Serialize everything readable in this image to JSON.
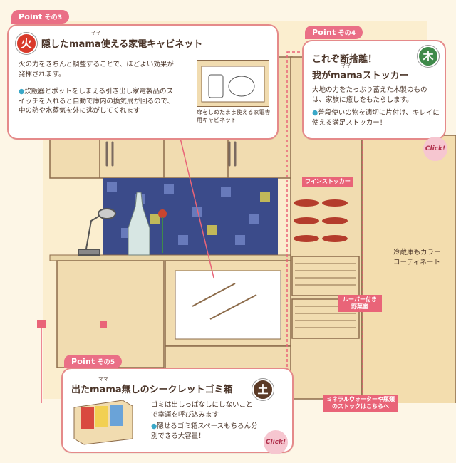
{
  "point3": {
    "badge": "Point",
    "badge_suffix": "その3",
    "element": "火",
    "title": "隠したmama使える家電キャビネット",
    "ruby": "ママ",
    "body": "火の力をきちんと調整することで、ほどよい効果が発揮されます。",
    "bullet": "炊飯器とポットをしまえる引き出し家電製品のスイッチを入れると自動で庫内の換気扇が回るので、中の熱や水蒸気を外に逃がしてくれます",
    "caption": "扉をしめたまま使える家電専用キャビネット"
  },
  "point4": {
    "badge": "Point",
    "badge_suffix": "その4",
    "element": "木",
    "title1": "これぞ断捨離！",
    "title2": "我がmamaストッカー",
    "ruby": "ママ",
    "body": "大地の力をたっぷり蓄えた木製のものは、家族に癒しをもたらします。",
    "bullet": "普段使いの物を適切に片付け、キレイに使える満足ストッカー！",
    "click": "Click!"
  },
  "point5": {
    "badge": "Point",
    "badge_suffix": "その5",
    "element": "土",
    "title": "出たmama無しのシークレットゴミ箱",
    "ruby": "ママ",
    "body": "ゴミは出しっぱなしにしないことで幸運を呼び込みます",
    "bullet": "隠せるゴミ箱スペースもちろん分別できる大容量！",
    "click": "Click!"
  },
  "labels": {
    "wine": "ワインストッカー",
    "louver": "ルーバー付き野菜室",
    "mineral": "ミネラルウォーターや瓶類のストックはこちらへ",
    "fridge": "冷蔵庫もカラーコーディネート"
  },
  "colors": {
    "pink": "#ea6f86",
    "fire": "#d93a2b",
    "wood": "#3f8a4a",
    "earth": "#5b3a26",
    "cabinet": "#f1dcb0",
    "wall": "#fbeecf"
  }
}
